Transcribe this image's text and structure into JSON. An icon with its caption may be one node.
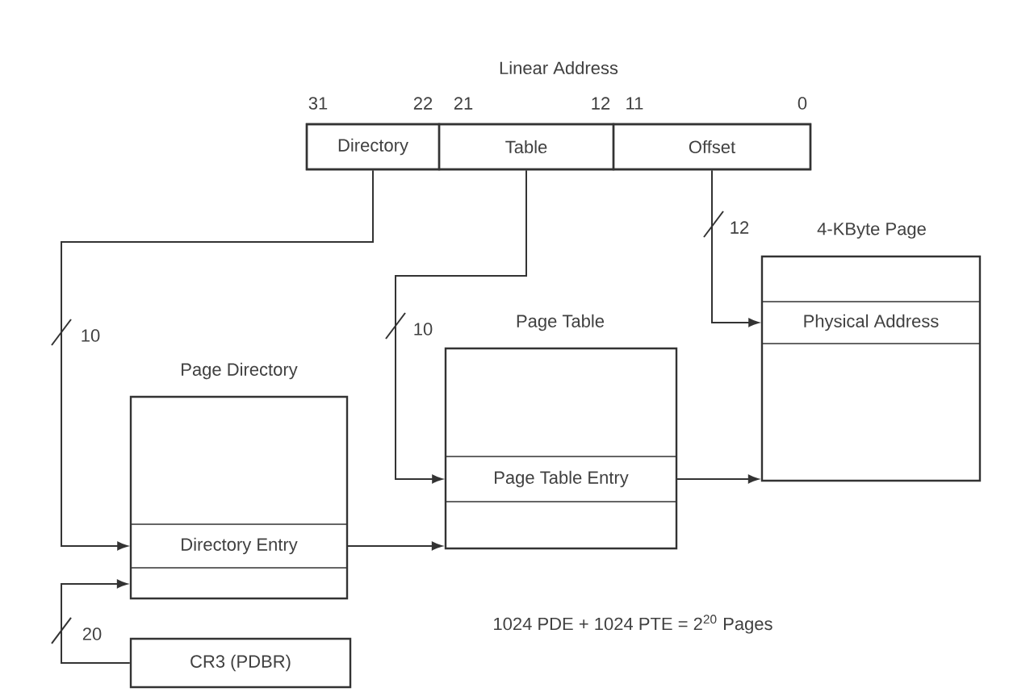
{
  "diagram": {
    "nodes": [
      {
        "text": [
          "Linear Address"
        ]
      },
      {
        "text": [
          "Directory"
        ],
        "in": 0
      },
      {
        "text": [
          "Table"
        ],
        "in": 0
      },
      {
        "text": [
          "Offset"
        ],
        "in": 0
      },
      {
        "text": [
          "Page Directory"
        ]
      },
      {
        "text": [
          "Directory Entry"
        ],
        "in": 4
      },
      {
        "text": [
          "Page Table"
        ]
      },
      {
        "text": [
          "Page Table Entry"
        ],
        "in": 6
      },
      {
        "text": [
          "4-KByte Page"
        ]
      },
      {
        "text": [
          "Physical Address"
        ],
        "in": 8
      },
      {
        "text": [
          "CR3 (PDBR)"
        ]
      }
    ],
    "edges": [
      {
        "from": 1,
        "to": 5,
        "arrow": "to",
        "label": "10"
      },
      {
        "from": 2,
        "to": 7,
        "arrow": "to",
        "label": "10"
      },
      {
        "from": 3,
        "to": 9,
        "arrow": "to",
        "label": "12"
      },
      {
        "from": 10,
        "to": 4,
        "arrow": "to",
        "label": "20"
      },
      {
        "from": 5,
        "to": 6,
        "arrow": "to"
      },
      {
        "from": 7,
        "to": 8,
        "arrow": "to"
      }
    ],
    "labels": [
      "31",
      "22",
      "21",
      "12",
      "11",
      "0",
      "1024 PDE + 1024 PTE = 2$^{20}$ Pages"
    ]
  }
}
